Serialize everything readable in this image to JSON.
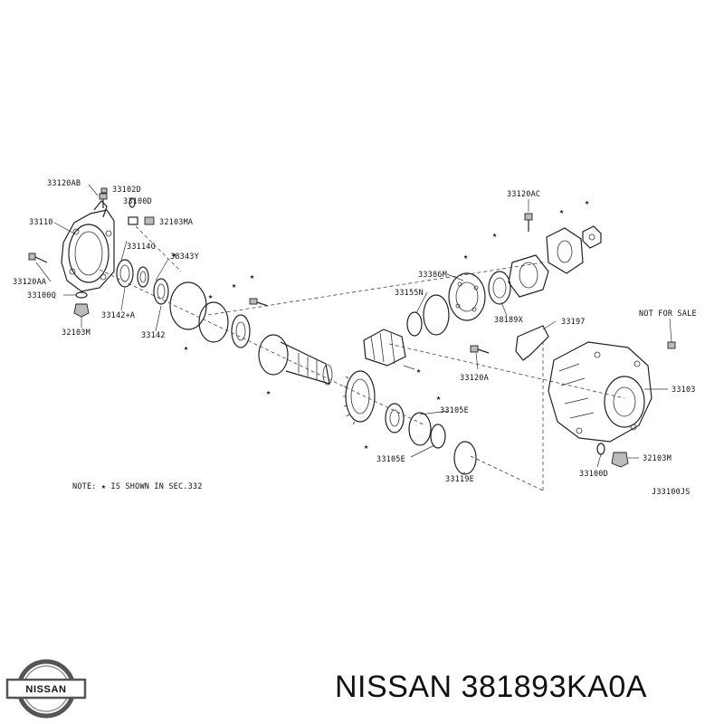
{
  "parts": [
    {
      "id": "p-33120ab",
      "label": "33120AB"
    },
    {
      "id": "p-33102d",
      "label": "33102D"
    },
    {
      "id": "p-33100d",
      "label": "33100D"
    },
    {
      "id": "p-33110",
      "label": "33110"
    },
    {
      "id": "p-32103ma",
      "label": "32103MA"
    },
    {
      "id": "p-33114g",
      "label": "33114G"
    },
    {
      "id": "p-38343y",
      "label": "38343Y"
    },
    {
      "id": "p-33120aa",
      "label": "33120AA"
    },
    {
      "id": "p-33100q",
      "label": "33100Q"
    },
    {
      "id": "p-33142a",
      "label": "33142+A"
    },
    {
      "id": "p-32103m-left",
      "label": "32103M"
    },
    {
      "id": "p-33142",
      "label": "33142"
    },
    {
      "id": "p-33120ac",
      "label": "33120AC"
    },
    {
      "id": "p-33386m",
      "label": "33386M"
    },
    {
      "id": "p-33155n",
      "label": "33155N"
    },
    {
      "id": "p-38189x",
      "label": "38189X"
    },
    {
      "id": "p-33197",
      "label": "33197"
    },
    {
      "id": "p-33120a",
      "label": "33120A"
    },
    {
      "id": "p-33105e-a",
      "label": "33105E"
    },
    {
      "id": "p-33105e-b",
      "label": "33105E"
    },
    {
      "id": "p-33119e",
      "label": "33119E"
    },
    {
      "id": "p-33103",
      "label": "33103"
    },
    {
      "id": "p-32103m-right",
      "label": "32103M"
    },
    {
      "id": "p-33100d-right",
      "label": "33100D"
    }
  ],
  "not_for_sale": "NOT FOR SALE",
  "note": "NOTE: ★ IS SHOWN IN SEC.332",
  "diagram_code": "J33100JS",
  "brand": "NISSAN",
  "part_number_caption": "NISSAN 381893KA0A"
}
